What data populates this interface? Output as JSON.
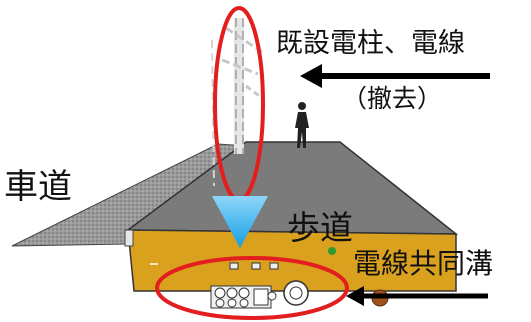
{
  "labels": {
    "pole_line": "既設電柱、電線",
    "removal": "（撤去）",
    "roadway": "車道",
    "sidewalk": "歩道",
    "trench": "電線共同溝"
  },
  "colors": {
    "road_gray": "#8c8c8c",
    "sidewalk_gray": "#7a7a7a",
    "trench_orange": "#d9a11e",
    "highlight_red": "#e31e1e",
    "arrow_cyan": "#1aa3e8",
    "curb_white": "#f2f2f2"
  },
  "icons": [
    "pedestrian-icon",
    "downward-arrow",
    "pointer-arrow"
  ]
}
